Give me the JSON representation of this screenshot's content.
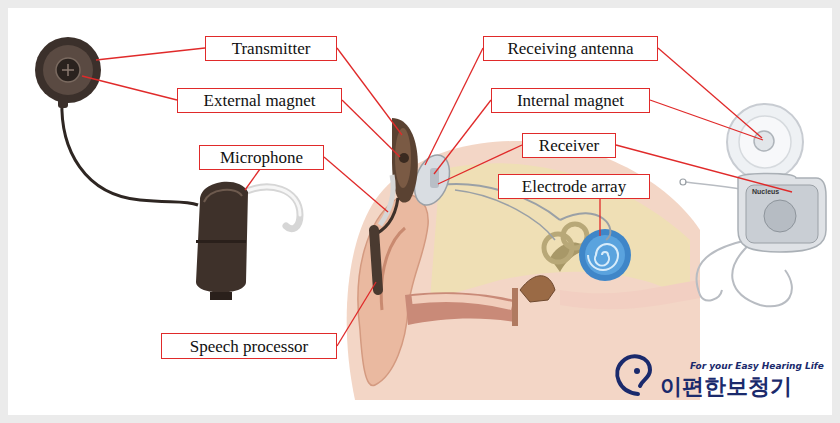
{
  "diagram": {
    "nodes": [
      {
        "text": [
          "Transmitter"
        ]
      },
      {
        "text": [
          "Receiving antenna"
        ]
      },
      {
        "text": [
          "External magnet"
        ]
      },
      {
        "text": [
          "Internal magnet"
        ]
      },
      {
        "text": [
          "Receiver"
        ]
      },
      {
        "text": [
          "Microphone"
        ]
      },
      {
        "text": [
          "Electrode array"
        ]
      },
      {
        "text": [
          "Speech processor"
        ]
      }
    ],
    "labels": [
      "For your Easy Hearing Life",
      "이편한보청기",
      "Nucleus"
    ]
  }
}
